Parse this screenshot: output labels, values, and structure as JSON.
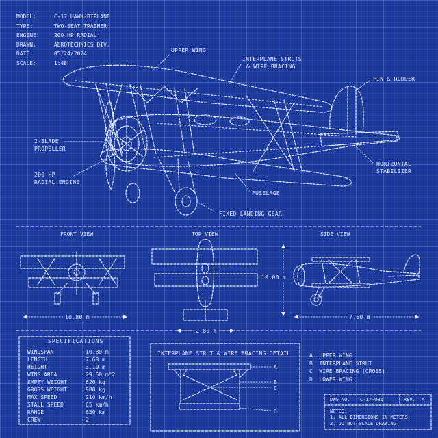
{
  "meta": {
    "rows": [
      {
        "key": "MODEL:",
        "value": "C-17 HAWK-BIPLANE"
      },
      {
        "key": "TYPE:",
        "value": "TWO-SEAT TRAINER"
      },
      {
        "key": "ENGINE:",
        "value": "200 HP RADIAL"
      },
      {
        "key": "DRAWN:",
        "value": "AEROTECHNICS DIV."
      },
      {
        "key": "DATE:",
        "value": "05/24/2024"
      },
      {
        "key": "SCALE:",
        "value": "1:48"
      }
    ]
  },
  "callouts": {
    "upper_wing": "UPPER WING",
    "struts_line1": "INTERPLANE STRUTS",
    "struts_line2": "& WIRE BRACING",
    "fin": "FIN & RUDDER",
    "propeller_line1": "2-BLADE",
    "propeller_line2": "PROPELLER",
    "engine_line1": "200 HP",
    "engine_line2": "RADIAL ENGINE",
    "stab_line1": "HORIZONTAL",
    "stab_line2": "STABILIZER",
    "fuselage": "FUSELAGE",
    "gear": "FIXED LANDING GEAR"
  },
  "views": {
    "front": {
      "title": "FRONT VIEW",
      "dimension": "10.80 m"
    },
    "top": {
      "title": "TOP VIEW",
      "dimension_h": "2.80 m",
      "dimension_v": "10.00 m"
    },
    "side": {
      "title": "SIDE VIEW",
      "dimension": "7.60 m"
    }
  },
  "specs": {
    "title": "SPECIFICATIONS",
    "rows": [
      {
        "key": "WINGSPAN",
        "value": "10.80 m"
      },
      {
        "key": "LENGTH",
        "value": "7.60 m"
      },
      {
        "key": "HEIGHT",
        "value": "3.10 m"
      },
      {
        "key": "WING AREA",
        "value": "29.50 m^2"
      },
      {
        "key": "EMPTY WEIGHT",
        "value": "620 kg"
      },
      {
        "key": "GROSS WEIGHT",
        "value": "980 kg"
      },
      {
        "key": "MAX SPEED",
        "value": "210 km/h"
      },
      {
        "key": "STALL SPEED",
        "value": "65 km/h"
      },
      {
        "key": "RANGE",
        "value": "650 km"
      },
      {
        "key": "CREW",
        "value": "2"
      }
    ]
  },
  "detail": {
    "title": "INTERPLANE STRUT & WIRE BRACING DETAIL",
    "markers": [
      "A",
      "B",
      "C",
      "D"
    ]
  },
  "legend": {
    "items": [
      {
        "letter": "A",
        "text": "UPPER WING"
      },
      {
        "letter": "B",
        "text": "INTERPLANE STRUT"
      },
      {
        "letter": "C",
        "text": "WIRE BRACING (CROSS)"
      },
      {
        "letter": "D",
        "text": "LOWER WING"
      }
    ]
  },
  "titleblock": {
    "dwg_label": "DWG NO.",
    "dwg_value": "C-17-001",
    "rev_label": "REV.",
    "rev_value": "A",
    "notes_label": "NOTES:",
    "note1": "1. ALL DIMENSIONS IN METERS",
    "note2": "2. DO NOT SCALE DRAWING"
  },
  "colors": {
    "background": "#1c3a9c",
    "line": "#e8eefc"
  }
}
